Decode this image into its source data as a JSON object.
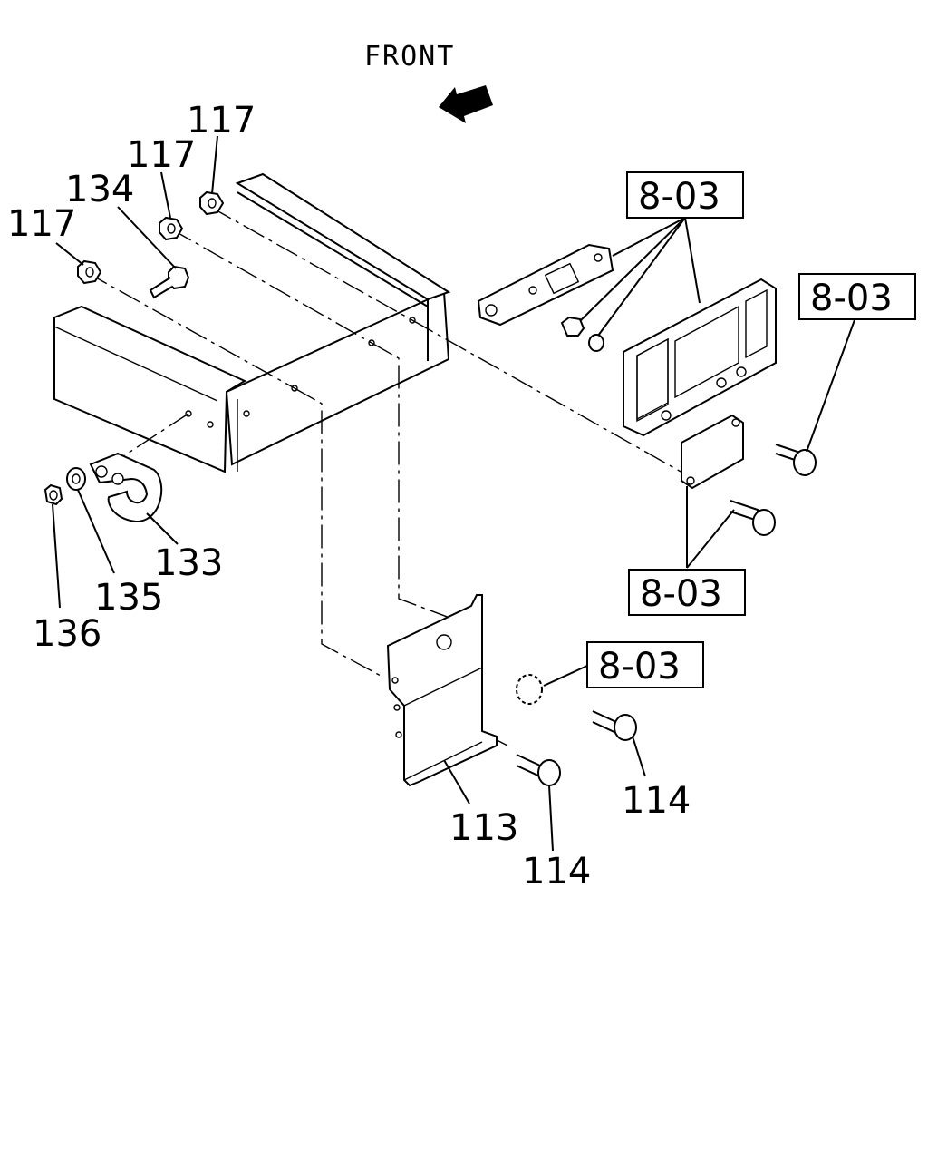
{
  "header": {
    "front_label": "FRONT"
  },
  "callouts": {
    "p117a": "117",
    "p117b": "117",
    "p117c": "117",
    "p134": "134",
    "p133": "133",
    "p135": "135",
    "p136": "136",
    "p113": "113",
    "p114a": "114",
    "p114b": "114"
  },
  "refs": {
    "ref1": "8-03",
    "ref2": "8-03",
    "ref3": "8-03",
    "ref4": "8-03"
  },
  "icons": {
    "front_arrow": "front-arrow-icon"
  }
}
